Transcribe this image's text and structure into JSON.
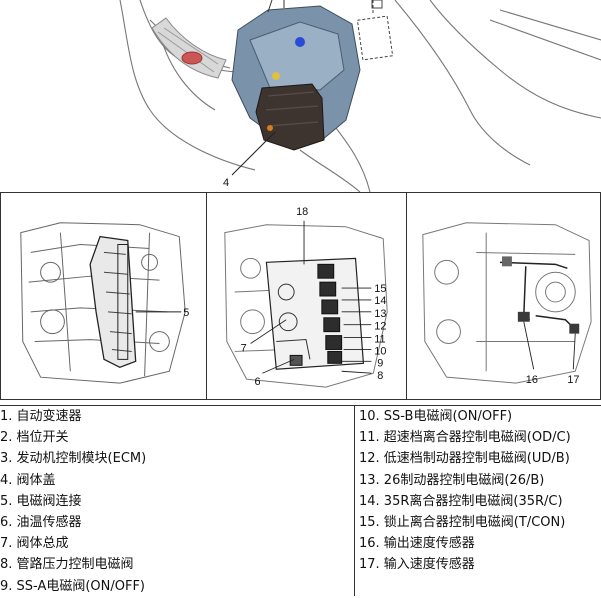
{
  "callouts": {
    "top": [
      "4"
    ],
    "panel1": [
      "5"
    ],
    "panel2": [
      "18",
      "15",
      "14",
      "13",
      "12",
      "11",
      "10",
      "9",
      "8",
      "7",
      "6"
    ],
    "panel3": [
      "16",
      "17"
    ]
  },
  "legend": {
    "left": [
      "1. 自动变速器",
      "2. 档位开关",
      "3. 发动机控制模块(ECM)",
      "4. 阀体盖",
      "5. 电磁阀连接",
      "6. 油温传感器",
      "7. 阀体总成",
      "8. 管路压力控制电磁阀",
      "9. SS-A电磁阀(ON/OFF)"
    ],
    "right": [
      "10. SS-B电磁阀(ON/OFF)",
      "11. 超速档离合器控制电磁阀(OD/C)",
      "12. 低速档制动器控制电磁阀(UD/B)",
      "13. 26制动器控制电磁阀(26/B)",
      "14. 35R离合器控制电磁阀(35R/C)",
      "15. 锁止离合器控制电磁阀(T/CON)",
      "16. 输出速度传感器",
      "17. 输入速度传感器"
    ]
  },
  "colors": {
    "transmission_blue": "#6f8ba6",
    "valve_cover_dark": "#3b3330",
    "line_art": "#555555"
  }
}
